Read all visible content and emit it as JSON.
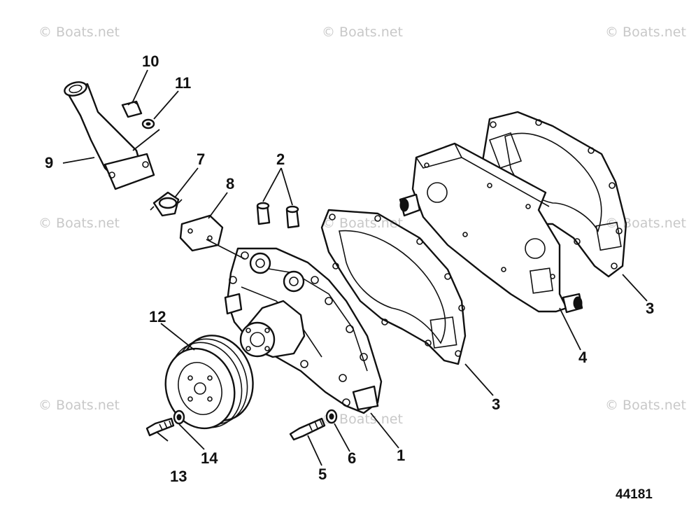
{
  "watermark": "© Boats.net",
  "callouts": {
    "c1": "1",
    "c2": "2",
    "c3a": "3",
    "c3b": "3",
    "c4": "4",
    "c5": "5",
    "c6": "6",
    "c7": "7",
    "c8": "8",
    "c9": "9",
    "c10": "10",
    "c11": "11",
    "c12": "12",
    "c13": "13",
    "c14": "14"
  },
  "reference_number": "44181"
}
